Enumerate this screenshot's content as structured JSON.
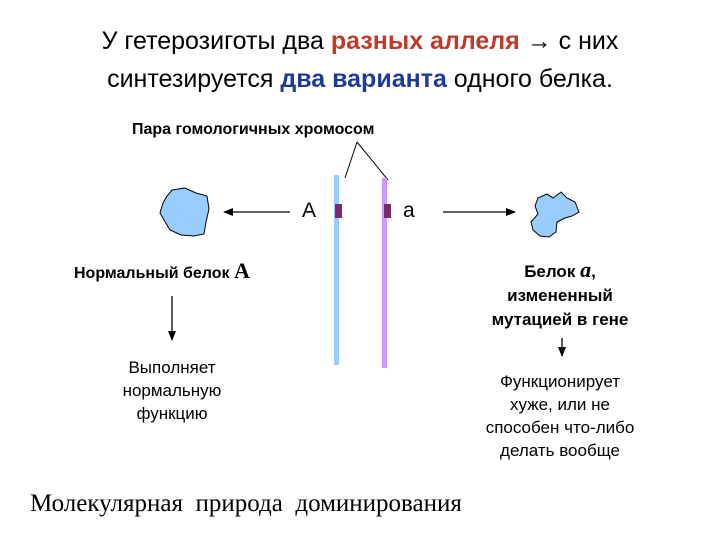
{
  "headline": {
    "line1_prefix": "У гетерозиготы два ",
    "line1_highlight": "разных аллеля",
    "line1_suffix": " → с них",
    "line2_prefix": "синтезируется ",
    "line2_highlight": "два варианта",
    "line2_suffix": " одного белка."
  },
  "chromosome_caption": "Пара гомологичных хромосом",
  "allele_left": "A",
  "allele_right": "a",
  "left_protein": {
    "label_text": "Нормальный белок ",
    "label_allele": "A",
    "function_lines": [
      "Выполняет",
      "нормальную",
      "функцию"
    ]
  },
  "right_protein": {
    "label_line1_text": "Белок ",
    "label_line1_allele": "a",
    "label_line1_suffix": ",",
    "label_line2": "измененный",
    "label_line3": "мутацией в гене",
    "function_lines": [
      "Функционирует",
      "хуже, или не",
      "способен что-либо",
      "делать вообще"
    ]
  },
  "footer_title": "Молекулярная  природа  доминирования",
  "colors": {
    "chromosome_left": "#99ccff",
    "chromosome_right": "#cc99ff",
    "gene_marker": "#7b2a6e",
    "protein_fill": "#99ccff",
    "highlight_red": "#c0392b",
    "highlight_blue": "#1f3a93"
  }
}
